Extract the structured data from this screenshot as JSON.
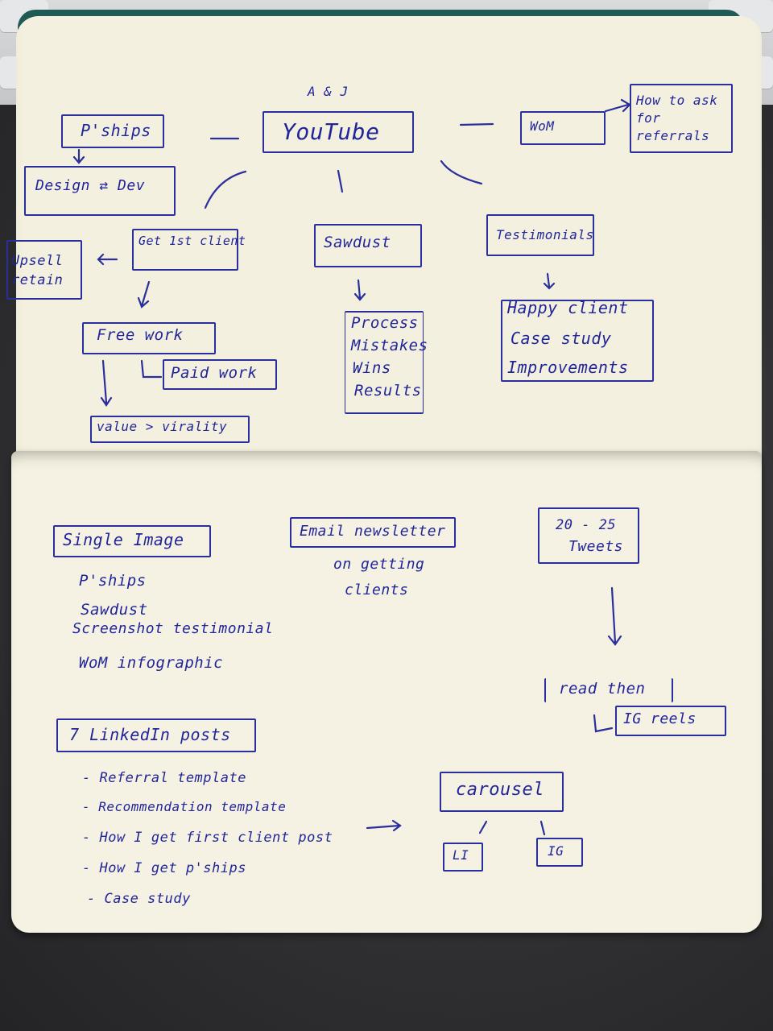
{
  "colors": {
    "ink": "#2a2f9c",
    "paper": "#f4f0e0",
    "cover": "#1f5a55"
  },
  "top_page": {
    "author_mark": "A & J",
    "center": "YouTube",
    "partnerships": {
      "title": "P'ships",
      "child": "Design ⇄ Dev"
    },
    "wom": {
      "title": "WoM",
      "child": "How to ask for referrals"
    },
    "first_client": {
      "title": "Get 1st client",
      "upsell": "Upsell retain",
      "free": "Free work",
      "paid": "Paid work",
      "value": "value > virality"
    },
    "sawdust": {
      "title": "Sawdust",
      "items": [
        "Process",
        "Mistakes",
        "Wins",
        "Results"
      ]
    },
    "testimonials": {
      "title": "Testimonials",
      "items": [
        "Happy client",
        "Case study",
        "Improvements"
      ]
    }
  },
  "bottom_page": {
    "single_image": {
      "title": "Single Image",
      "items": [
        "P'ships",
        "Sawdust",
        "Screenshot testimonial",
        "WoM infographic"
      ]
    },
    "email": {
      "title": "Email newsletter",
      "line1": "on getting",
      "line2": "clients"
    },
    "tweets": {
      "line1": "20 - 25",
      "line2": "Tweets"
    },
    "read_then": "read then",
    "ig_reels": "IG reels",
    "linkedin": {
      "title": "7 LinkedIn posts",
      "items": [
        "- Referral template",
        "- Recommendation template",
        "- How I get first client post",
        "- How I get p'ships",
        "- Case study"
      ]
    },
    "carousel": {
      "title": "carousel",
      "li": "LI",
      "ig": "IG"
    }
  }
}
